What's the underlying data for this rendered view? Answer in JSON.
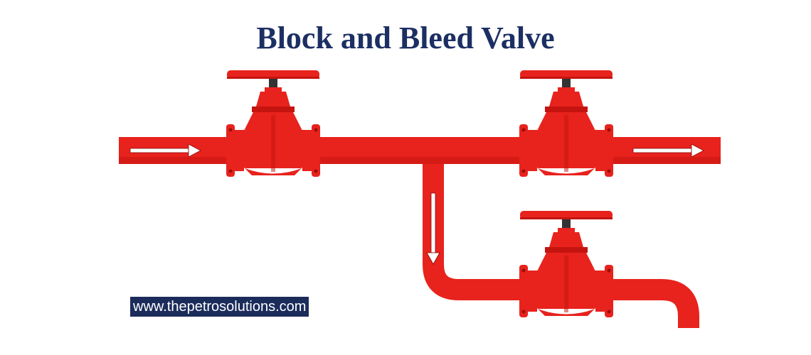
{
  "title": "Block and Bleed Valve",
  "watermark": "www.thepetrosolutions.com",
  "colors": {
    "title": "#1c2f63",
    "pipe": "#e8221d",
    "pipe_dark": "#c4140f",
    "arrow_fill": "#ffffff",
    "watermark_bg": "#1b2c5b",
    "watermark_text": "#ffffff"
  },
  "valves": [
    {
      "name": "upstream-block-valve",
      "kind": "gate-valve"
    },
    {
      "name": "downstream-block-valve",
      "kind": "gate-valve"
    },
    {
      "name": "bleed-valve",
      "kind": "gate-valve"
    }
  ],
  "flow_arrows": [
    {
      "name": "inlet-flow-arrow",
      "direction": "right"
    },
    {
      "name": "outlet-flow-arrow",
      "direction": "right"
    },
    {
      "name": "bleed-flow-arrow",
      "direction": "down"
    }
  ]
}
